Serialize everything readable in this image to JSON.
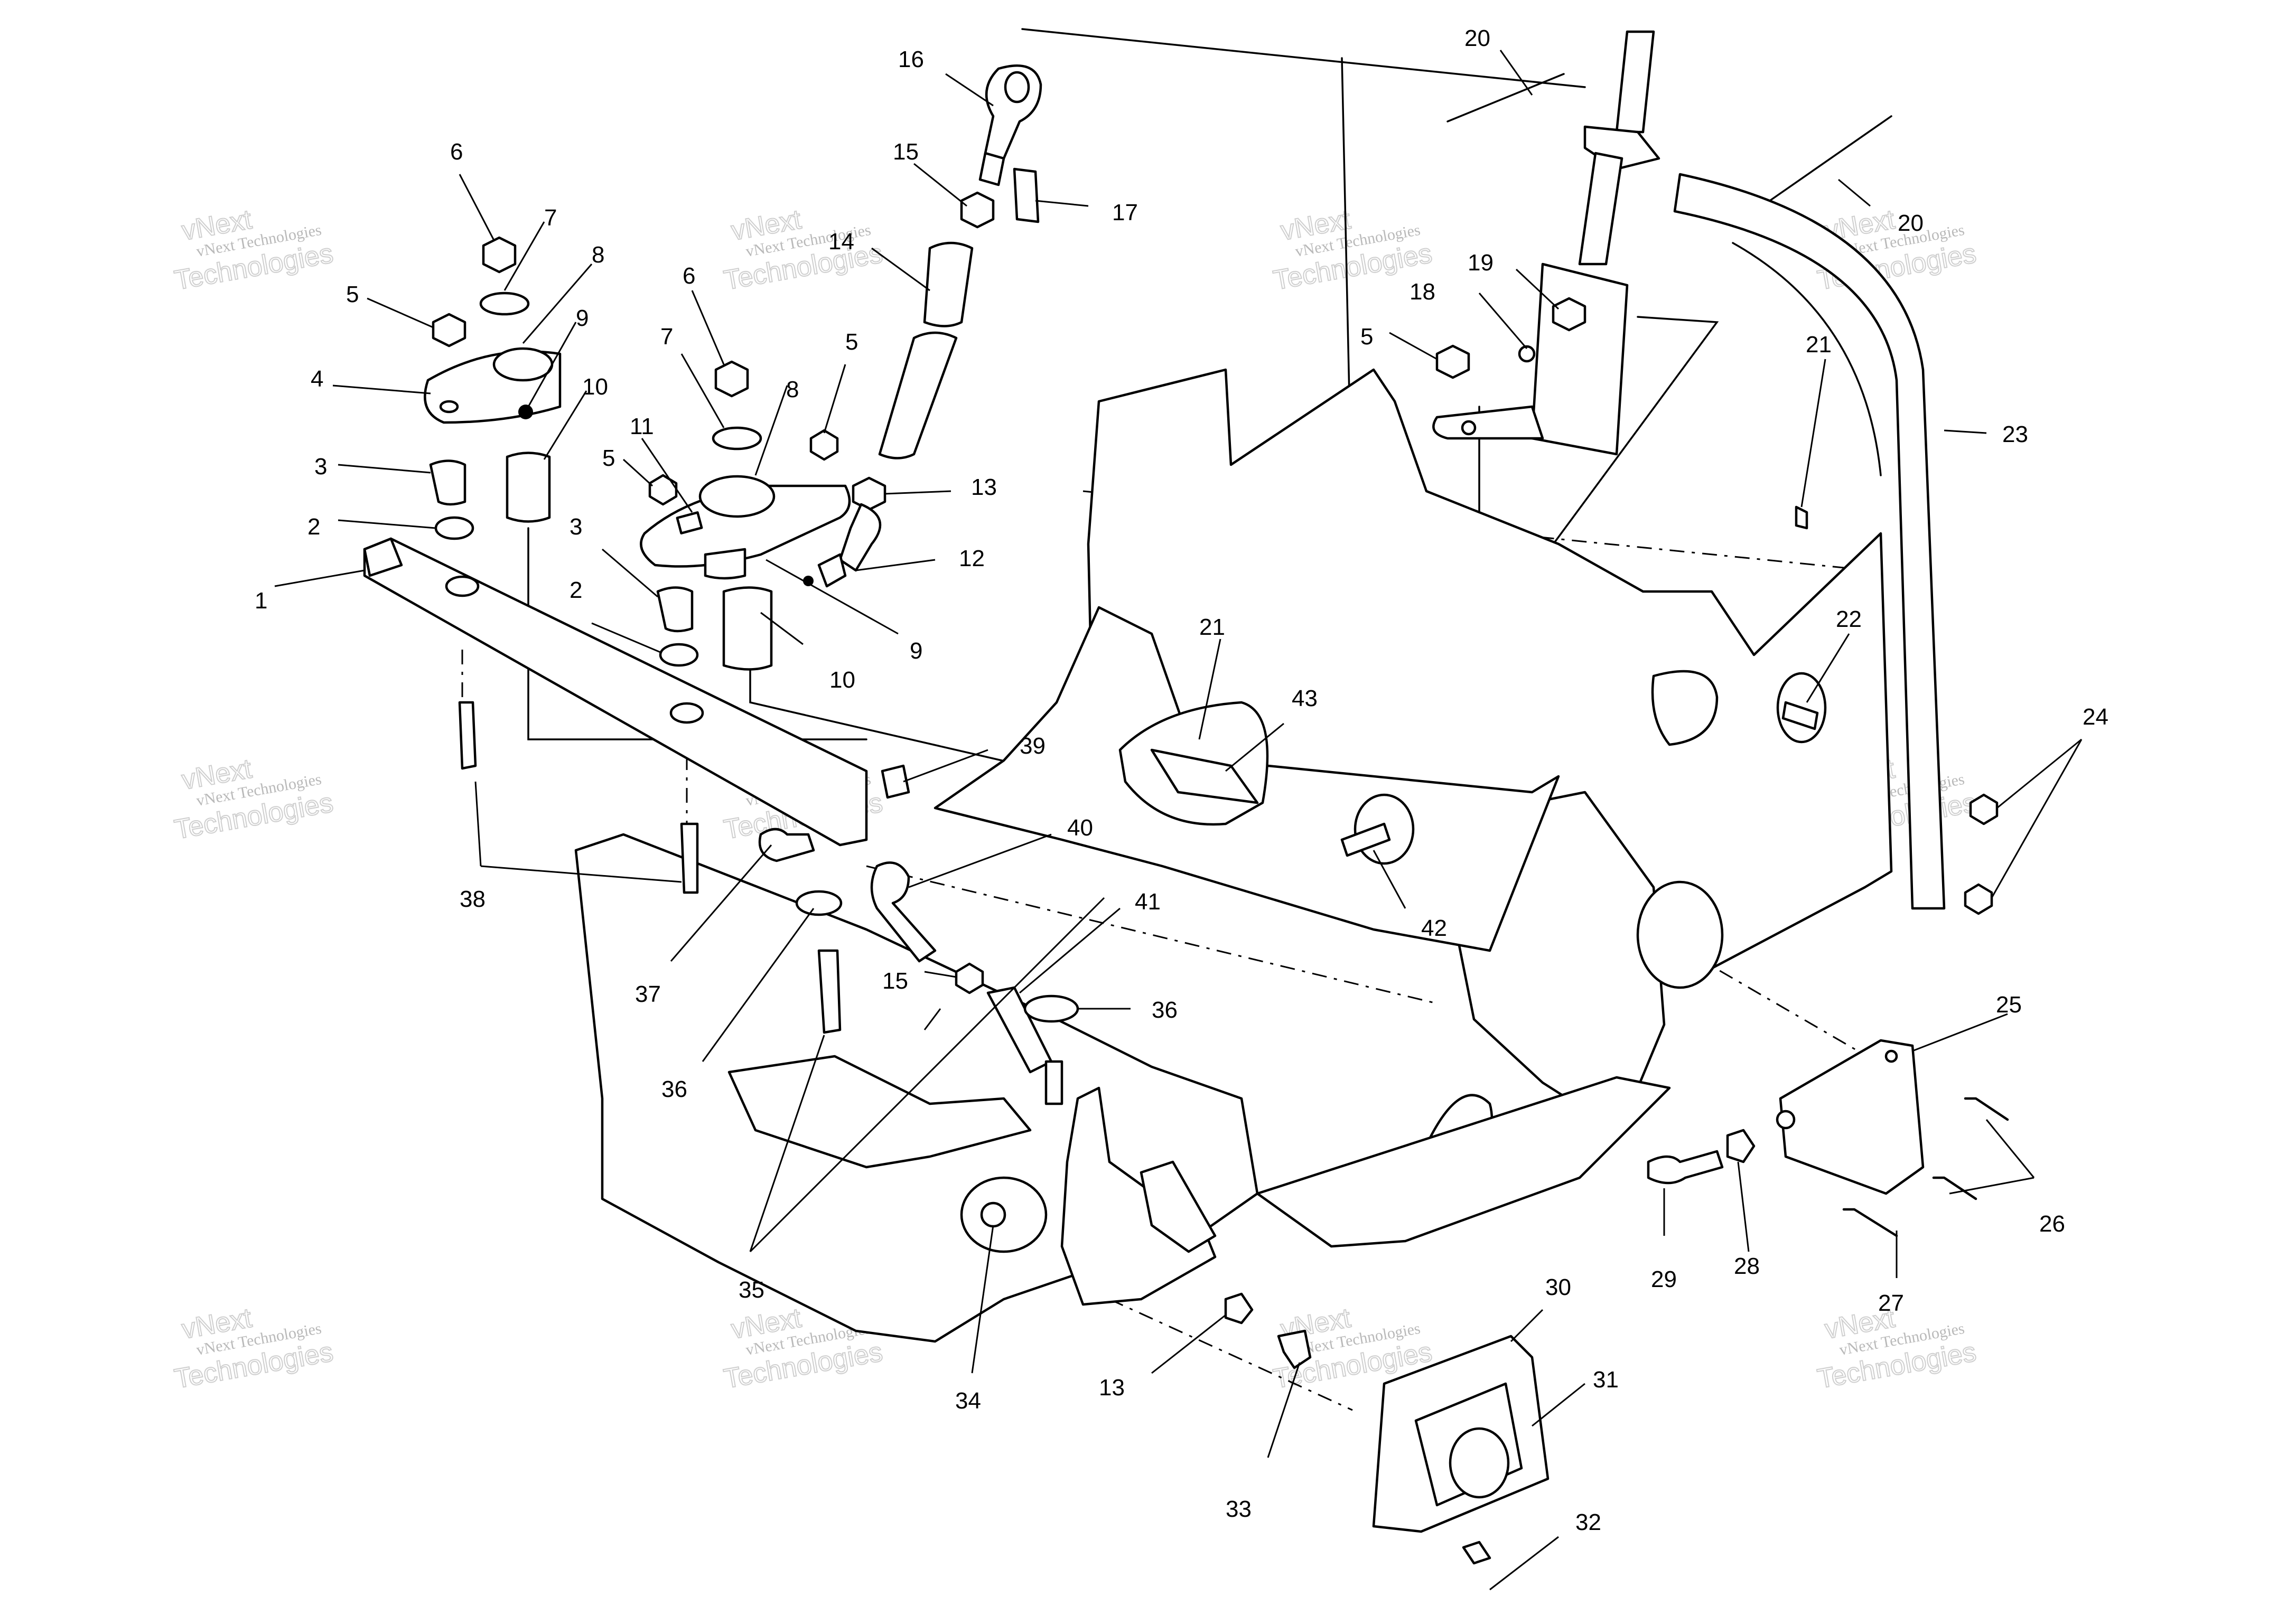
{
  "watermark": {
    "brand": "vNext",
    "line1": "vNext Technologies",
    "line2": "Technologies"
  },
  "callouts": [
    {
      "id": "c1a",
      "text": "1"
    },
    {
      "id": "c2a",
      "text": "2"
    },
    {
      "id": "c2b",
      "text": "2"
    },
    {
      "id": "c3a",
      "text": "3"
    },
    {
      "id": "c3b",
      "text": "3"
    },
    {
      "id": "c4a",
      "text": "4"
    },
    {
      "id": "c5a",
      "text": "5"
    },
    {
      "id": "c5b",
      "text": "5"
    },
    {
      "id": "c5c",
      "text": "5"
    },
    {
      "id": "c5d",
      "text": "5"
    },
    {
      "id": "c6a",
      "text": "6"
    },
    {
      "id": "c6b",
      "text": "6"
    },
    {
      "id": "c7a",
      "text": "7"
    },
    {
      "id": "c7b",
      "text": "7"
    },
    {
      "id": "c8a",
      "text": "8"
    },
    {
      "id": "c8b",
      "text": "8"
    },
    {
      "id": "c9a",
      "text": "9"
    },
    {
      "id": "c9b",
      "text": "9"
    },
    {
      "id": "c10a",
      "text": "10"
    },
    {
      "id": "c10b",
      "text": "10"
    },
    {
      "id": "c11a",
      "text": "11"
    },
    {
      "id": "c12a",
      "text": "12"
    },
    {
      "id": "c13a",
      "text": "13"
    },
    {
      "id": "c13b",
      "text": "13"
    },
    {
      "id": "c14a",
      "text": "14"
    },
    {
      "id": "c15a",
      "text": "15"
    },
    {
      "id": "c15b",
      "text": "15"
    },
    {
      "id": "c16a",
      "text": "16"
    },
    {
      "id": "c17a",
      "text": "17"
    },
    {
      "id": "c18a",
      "text": "18"
    },
    {
      "id": "c19a",
      "text": "19"
    },
    {
      "id": "c20a",
      "text": "20"
    },
    {
      "id": "c20b",
      "text": "20"
    },
    {
      "id": "c21a",
      "text": "21"
    },
    {
      "id": "c21b",
      "text": "21"
    },
    {
      "id": "c22a",
      "text": "22"
    },
    {
      "id": "c23a",
      "text": "23"
    },
    {
      "id": "c24a",
      "text": "24"
    },
    {
      "id": "c25a",
      "text": "25"
    },
    {
      "id": "c26a",
      "text": "26"
    },
    {
      "id": "c27a",
      "text": "27"
    },
    {
      "id": "c28a",
      "text": "28"
    },
    {
      "id": "c29a",
      "text": "29"
    },
    {
      "id": "c30a",
      "text": "30"
    },
    {
      "id": "c31a",
      "text": "31"
    },
    {
      "id": "c32a",
      "text": "32"
    },
    {
      "id": "c33a",
      "text": "33"
    },
    {
      "id": "c34a",
      "text": "34"
    },
    {
      "id": "c35a",
      "text": "35"
    },
    {
      "id": "c36a",
      "text": "36"
    },
    {
      "id": "c36b",
      "text": "36"
    },
    {
      "id": "c37a",
      "text": "37"
    },
    {
      "id": "c38a",
      "text": "38"
    },
    {
      "id": "c39a",
      "text": "39"
    },
    {
      "id": "c40a",
      "text": "40"
    },
    {
      "id": "c41a",
      "text": "41"
    },
    {
      "id": "c42a",
      "text": "42"
    },
    {
      "id": "c43a",
      "text": "43"
    }
  ]
}
